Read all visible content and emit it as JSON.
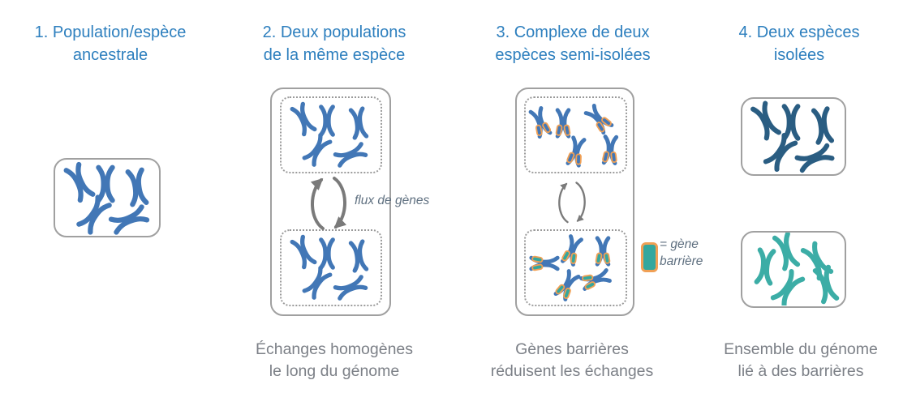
{
  "panels": [
    {
      "title": "1. Population/espèce\nancestrale",
      "population": {
        "chromosome_count": 5,
        "chromosome_color": "#4277b6"
      }
    },
    {
      "title": "2. Deux populations\nde la même espèce",
      "caption": "Échanges homogènes\nle long du génome",
      "flow_label": "flux de gènes",
      "populations": [
        {
          "chromosome_count": 5,
          "chromosome_color": "#4277b6"
        },
        {
          "chromosome_count": 5,
          "chromosome_color": "#4277b6"
        }
      ]
    },
    {
      "title": "3. Complexe de deux\nespèces semi-isolées",
      "caption": "Gènes barrières\nréduisent les échanges",
      "populations": [
        {
          "chromosome_count": 5,
          "chromosome_color": "#4277b6",
          "barrier_band_fill": "#4277b6"
        },
        {
          "chromosome_count": 5,
          "chromosome_color": "#4277b6",
          "barrier_band_fill": "#33a79e"
        }
      ]
    },
    {
      "title": "4. Deux espèces\nisolées",
      "caption": "Ensemble du génome\nlié à des barrières",
      "populations": [
        {
          "chromosome_count": 5,
          "chromosome_color": "#2a5d82"
        },
        {
          "chromosome_count": 5,
          "chromosome_color": "#3cada6"
        }
      ]
    }
  ],
  "legend": {
    "label": "= gène\nbarrière"
  },
  "palette": {
    "title_blue": "#2d7fbe",
    "caption_gray": "#7c8087",
    "annotation_gray": "#5f7080",
    "box_border_gray": "#a0a0a0",
    "arrow_gray": "#7a7a7a",
    "chromosome_blue": "#4277b6",
    "chromosome_dark_blue": "#2a5d82",
    "chromosome_teal": "#3cada6",
    "barrier_outline_orange": "#f0a055",
    "barrier_fill_teal": "#33a79e"
  }
}
